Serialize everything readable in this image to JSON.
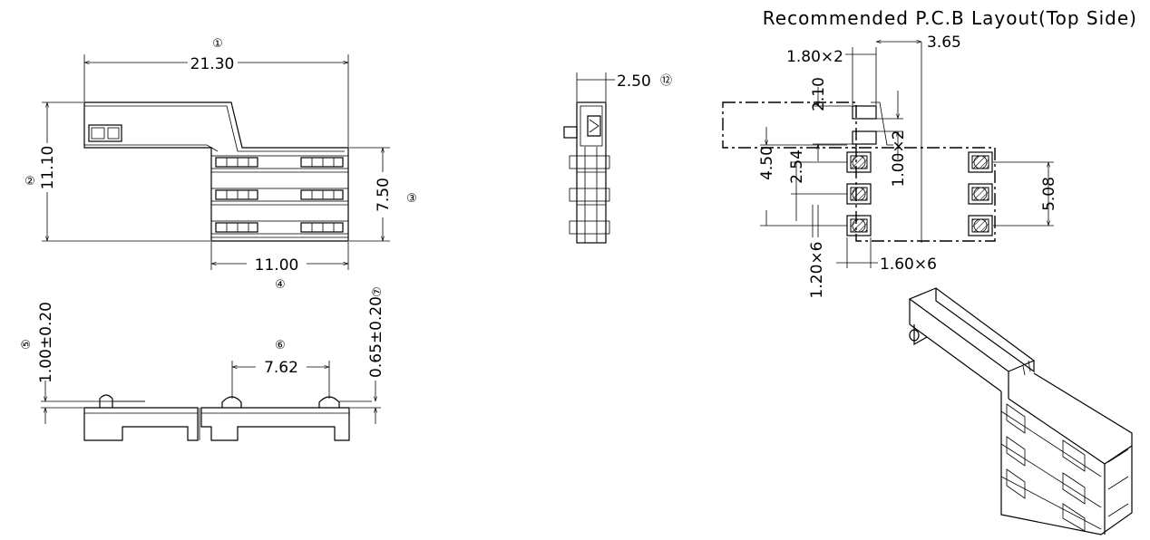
{
  "layout_title": "Recommended P.C.B Layout(Top Side)",
  "dims": {
    "d_2130": "21.30",
    "d_1110": "11.10",
    "d_750": "7.50",
    "d_1100": "11.00",
    "d_100": "1.00±0.20",
    "d_762": "7.62",
    "d_065": "0.65±0.20",
    "d_250": "2.50",
    "d_180x2": "1.80×2",
    "d_365": "3.65",
    "d_210": "2.10",
    "d_450": "4.50",
    "d_254": "2.54",
    "d_100x2": "1.00×2",
    "d_508": "5.08",
    "d_120x6": "1.20×6",
    "d_160x6": "1.60×6"
  },
  "callouts": {
    "c1": "①",
    "c2": "②",
    "c3": "③",
    "c4": "④",
    "c5": "⑤",
    "c6": "⑥",
    "c7": "⑦",
    "c12": "⑫"
  }
}
